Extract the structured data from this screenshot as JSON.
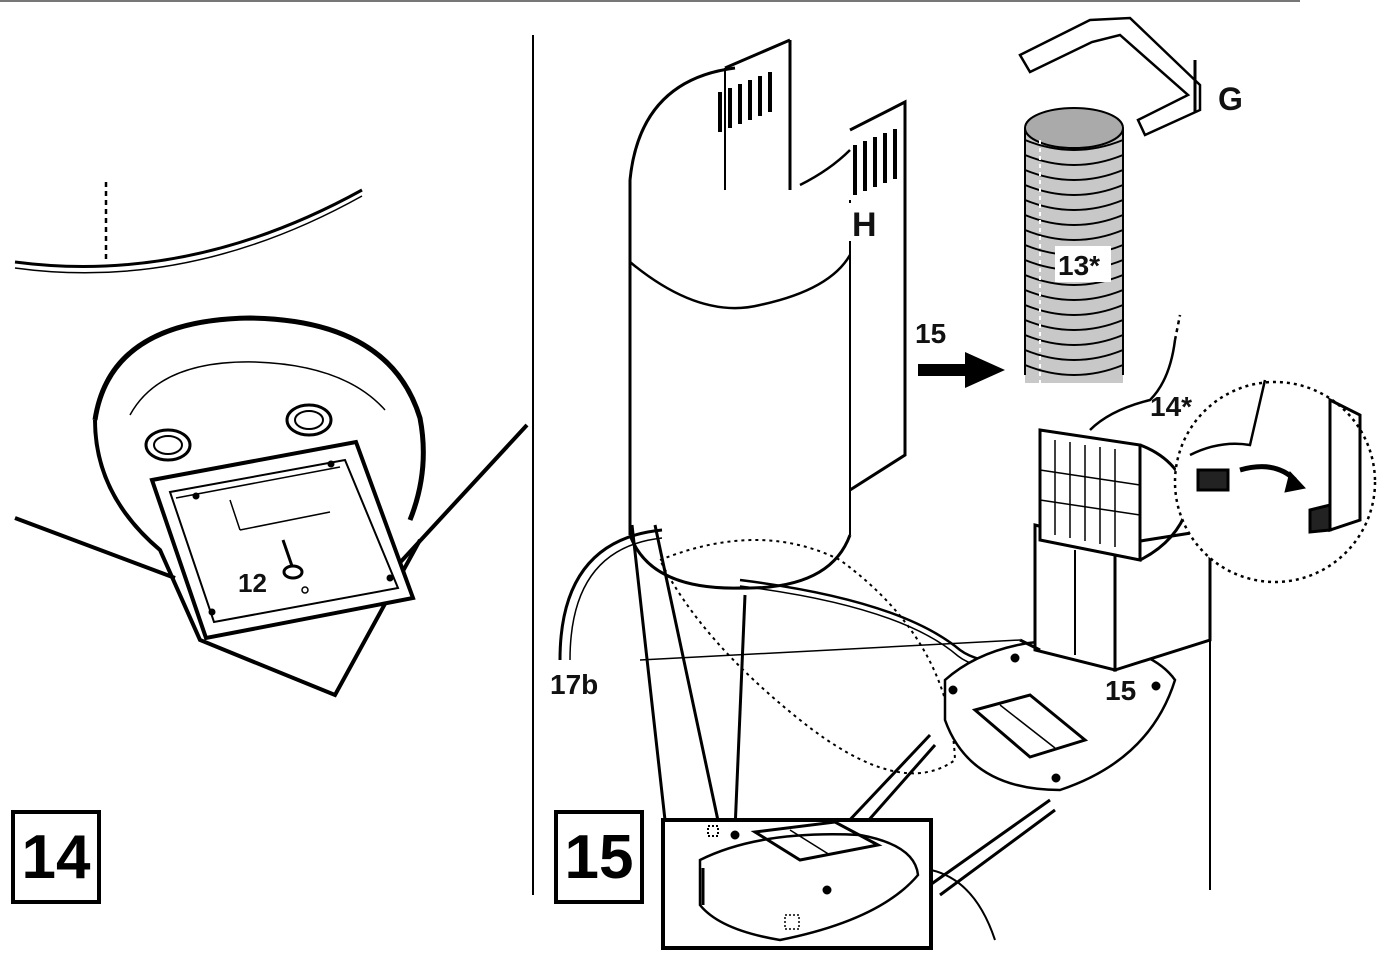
{
  "panels": [
    {
      "step_number": "14"
    },
    {
      "step_number": "15"
    }
  ],
  "callouts": {
    "screw": "12",
    "arrow_step": "15",
    "bracket": "G",
    "chimney": "H",
    "duct": "13*",
    "cable": "14*",
    "hose": "17b",
    "base": "15"
  },
  "colors": {
    "line": "#000000",
    "duct_fill": "#c8c8c8",
    "background": "#ffffff"
  }
}
